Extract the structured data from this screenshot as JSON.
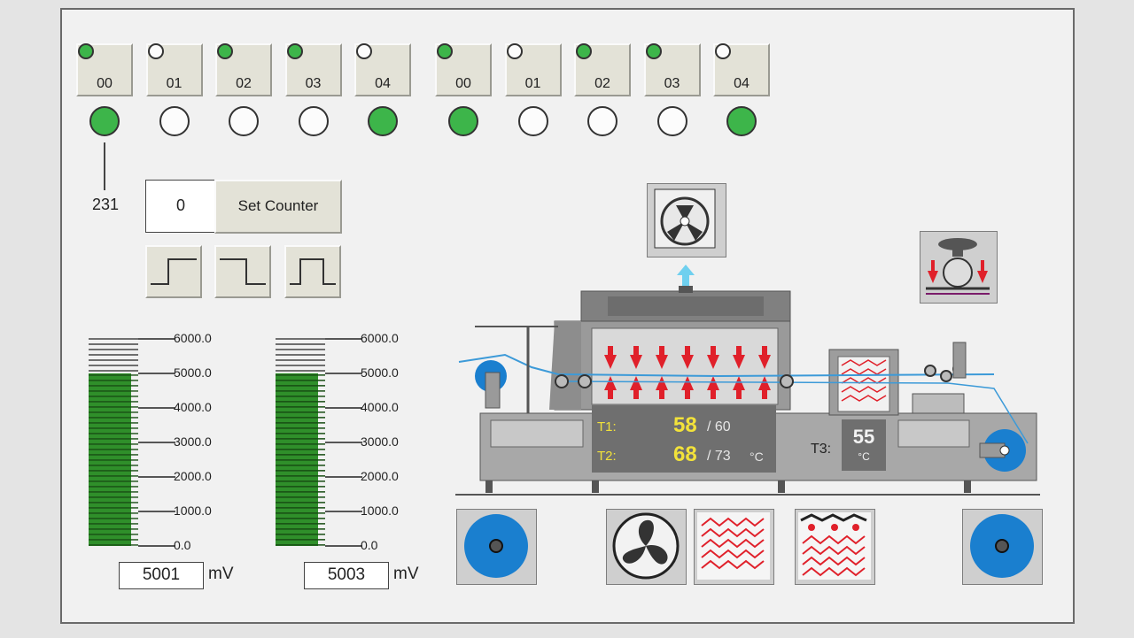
{
  "group_a": {
    "channels": [
      {
        "label": "00",
        "top_on": true,
        "bottom_on": true
      },
      {
        "label": "01",
        "top_on": false,
        "bottom_on": false
      },
      {
        "label": "02",
        "top_on": true,
        "bottom_on": false
      },
      {
        "label": "03",
        "top_on": true,
        "bottom_on": false
      },
      {
        "label": "04",
        "top_on": false,
        "bottom_on": true
      }
    ]
  },
  "group_b": {
    "channels": [
      {
        "label": "00",
        "top_on": true,
        "bottom_on": true
      },
      {
        "label": "01",
        "top_on": false,
        "bottom_on": false
      },
      {
        "label": "02",
        "top_on": true,
        "bottom_on": false
      },
      {
        "label": "03",
        "top_on": true,
        "bottom_on": false
      },
      {
        "label": "04",
        "top_on": false,
        "bottom_on": true
      }
    ]
  },
  "counter": {
    "link_value": "231",
    "value": "0",
    "set_label": "Set Counter"
  },
  "gauges": {
    "scale": [
      "6000.0",
      "5000.0",
      "4000.0",
      "3000.0",
      "2000.0",
      "1000.0",
      "0.0"
    ],
    "max": 6000,
    "left": {
      "value": "5001",
      "level": 5001,
      "unit": "mV"
    },
    "right": {
      "value": "5003",
      "level": 5003,
      "unit": "mV"
    }
  },
  "temps": {
    "t1_label": "T1:",
    "t1_value": "58",
    "t1_set": "/ 60",
    "t2_label": "T2:",
    "t2_value": "68",
    "t2_set": "/ 73",
    "t12_unit": "°C",
    "t3_label": "T3:",
    "t3_value": "55",
    "t3_unit": "°C"
  },
  "icons": {
    "exhaust": "exhaust-fan-icon",
    "press": "press-roller-icon",
    "unwind": "unwind-reel-icon",
    "fan": "fan-icon",
    "heater": "heater-icon",
    "heater_dots": "heater-ir-icon",
    "rewind": "rewind-reel-icon"
  },
  "colors": {
    "led_on": "#3db54a",
    "led_off": "#fcfcfc",
    "bar": "#2f8f2a",
    "arrow": "#e0202a",
    "reel": "#1a7fcf",
    "temp_value": "#f2e23a"
  }
}
